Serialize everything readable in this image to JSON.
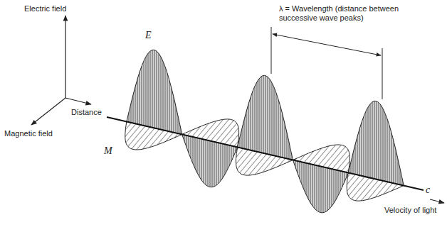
{
  "diagram": {
    "labels": [
      "Electric field",
      "λ = Wavelength (distance between successive wave peaks)",
      "E",
      "Distance",
      "Magnetic field",
      "M",
      "c",
      "Velocity of light"
    ]
  }
}
